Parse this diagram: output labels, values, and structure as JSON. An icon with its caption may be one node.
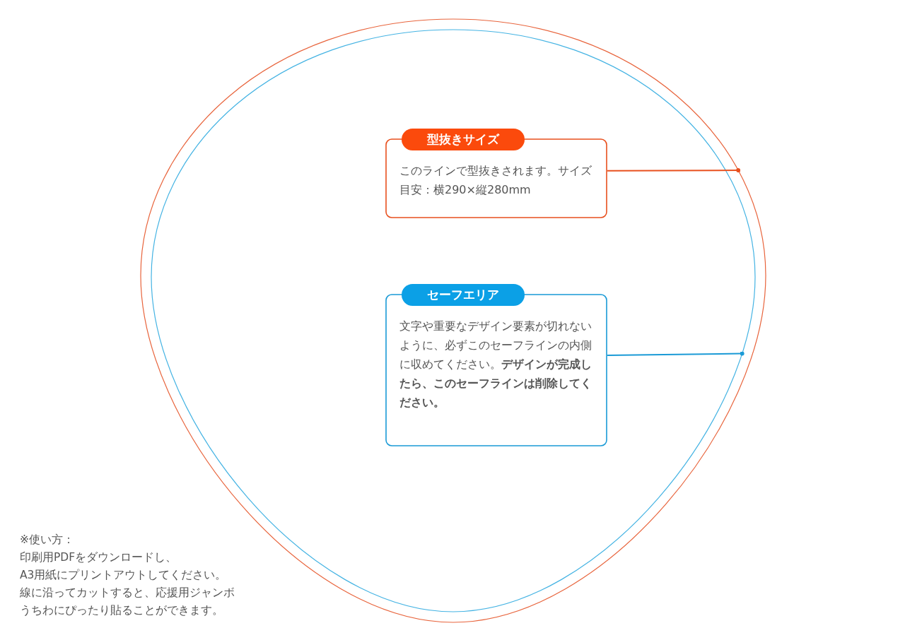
{
  "diagram": {
    "nodes": [
      {
        "text": [],
        "shape": "circle"
      },
      {
        "text": [],
        "shape": "circle",
        "in": 0
      },
      {
        "text": [
          "型抜きサイズ",
          "このラインで型抜きされます。サイズ目安：横290×縦280mm"
        ],
        "in": 1
      },
      {
        "text": [
          "セーフエリア",
          "文字や重要なデザイン要素が切れないように、必ずこのセーフラインの内側に収めてください。**デザインが完成したら、このセーフラインは削除してください。**"
        ],
        "in": 1
      }
    ],
    "edges": [
      {
        "from": 2,
        "to": 0,
        "arrow": "other",
        "color": "#e8501e"
      },
      {
        "from": 3,
        "to": 1,
        "arrow": "other",
        "color": "#1a9ad6"
      }
    ],
    "labels": [
      "※使い方：",
      "印刷用PDFをダウンロードし、",
      "A3用紙にプリントアウトしてください。",
      "線に沿ってカットすると、応援用ジャンボうちわにぴったり貼ることができます。"
    ]
  }
}
